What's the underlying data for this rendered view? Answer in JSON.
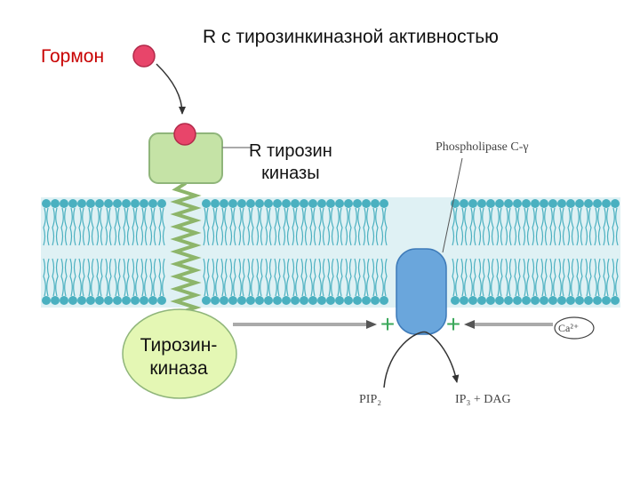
{
  "title": "R с тирозинкиназной активностью",
  "hormone_label": "Гормон",
  "receptor_label_line1": "R тирозин",
  "receptor_label_line2": "киназы",
  "kinase_label_line1": "Тирозин-",
  "kinase_label_line2": "киназа",
  "phospholipase_label": "Phospholipase C-γ",
  "ca_label": "Ca²⁺",
  "pip2_label": "PIP₂",
  "products_label": "IP₃ + DAG",
  "plus_sign": "+",
  "colors": {
    "hormone": "#e8456a",
    "receptor": "#c5e3a6",
    "kinase": "#e4f7b4",
    "phospholipase": "#6aa6dc",
    "membrane": "#4ab0c0",
    "plus": "#3aa85a"
  }
}
